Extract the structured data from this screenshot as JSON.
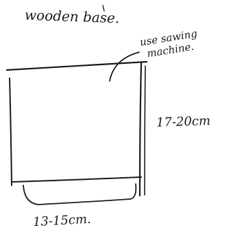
{
  "sketch": {
    "title": "wooden base.",
    "tool_note_line1": "use sawing",
    "tool_note_line2": "machine.",
    "height_dim": "17-20cm",
    "width_dim": "13-15cm."
  },
  "colors": {
    "ink": "#1a1a1a",
    "paper": "#ffffff"
  }
}
